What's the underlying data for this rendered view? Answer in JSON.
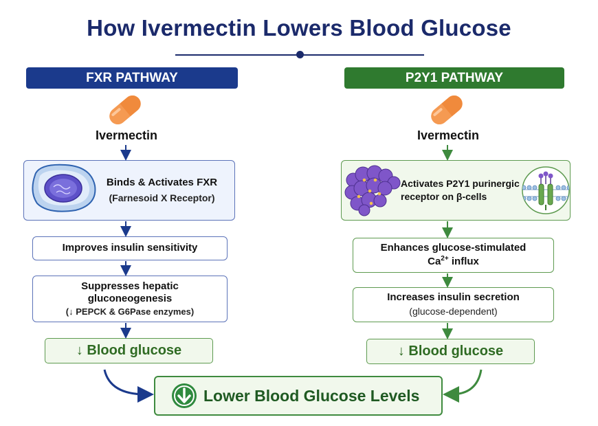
{
  "title": "How Ivermectin Lowers Blood Glucose",
  "fxr": {
    "header": "FXR PATHWAY",
    "drug": "Ivermectin",
    "step1_line1": "Binds & Activates FXR",
    "step1_line2": "(Farnesoid X Receptor)",
    "step2": "Improves insulin sensitivity",
    "step3_line1": "Suppresses hepatic",
    "step3_line2": "gluconeogenesis",
    "step3_line3": "(↓ PEPCK & G6Pase enzymes)",
    "result": "↓ Blood glucose"
  },
  "p2y1": {
    "header": "P2Y1 PATHWAY",
    "drug": "Ivermectin",
    "step1_line1": "Activates P2Y1 purinergic",
    "step1_line2": "receptor on β-cells",
    "step2_line1": "Enhances glucose-stimulated",
    "step2_line2_base": "Ca",
    "step2_line2_sup": "2+",
    "step2_line2_rest": " influx",
    "step3_line1": "Increases insulin secretion",
    "step3_line2": "(glucose-dependent)",
    "result": "↓ Blood glucose"
  },
  "final": {
    "label": "Lower Blood Glucose Levels"
  },
  "colors": {
    "navy": "#1b2a6b",
    "blue_header": "#1b3a8c",
    "green_header": "#2f7a2f",
    "blue_border": "#5b72b8",
    "green_border": "#5d9a4f",
    "pill_orange": "#f08a3c"
  },
  "icons": [
    "capsule-icon",
    "liver-cell-icon",
    "pancreas-icon",
    "membrane-receptor-icon",
    "down-arrow-circle-icon"
  ]
}
